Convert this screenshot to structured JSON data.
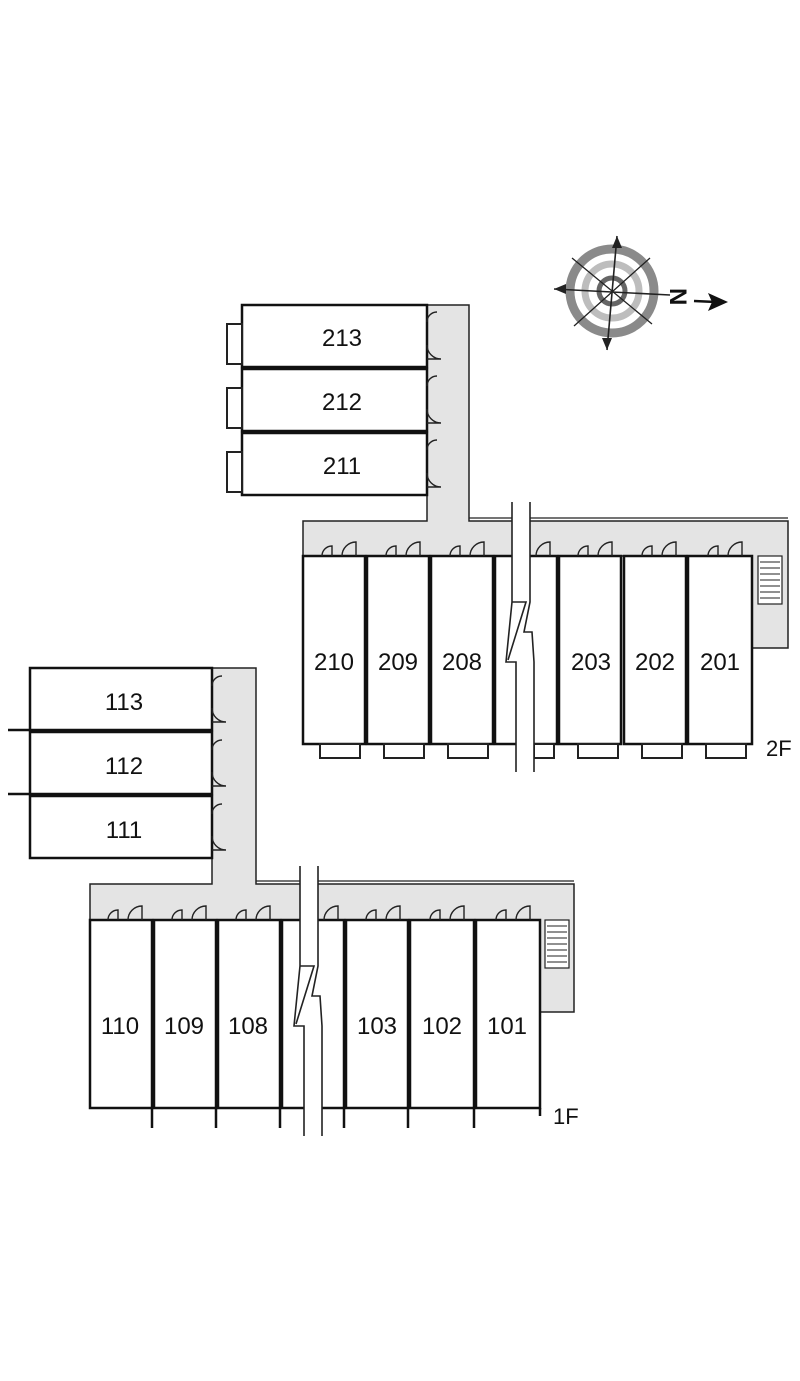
{
  "floors": [
    {
      "label": "2F",
      "side_units": [
        "213",
        "212",
        "211"
      ],
      "row_units": [
        "210",
        "209",
        "208",
        "203",
        "202",
        "201"
      ]
    },
    {
      "label": "1F",
      "side_units": [
        "113",
        "112",
        "111"
      ],
      "row_units": [
        "110",
        "109",
        "108",
        "103",
        "102",
        "101"
      ]
    }
  ],
  "compass": {
    "north_label": "N"
  },
  "colors": {
    "corridor": "#e4e4e4",
    "wall": "#111111",
    "compass_ring": "#8a8a8a"
  }
}
